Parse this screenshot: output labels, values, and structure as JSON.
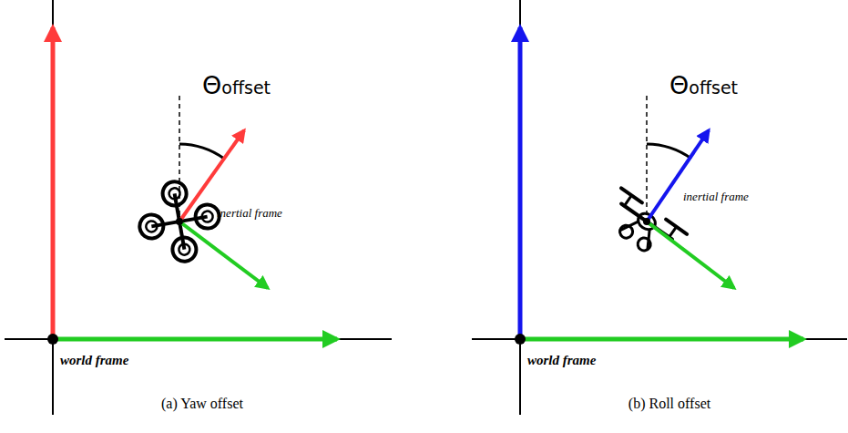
{
  "diagram": {
    "labels": [
      "Θoffset",
      "Θoffset",
      "inertial frame",
      "inertial frame",
      "world frame",
      "world frame",
      "(a) Yaw offset",
      "(b) Roll offset"
    ]
  }
}
